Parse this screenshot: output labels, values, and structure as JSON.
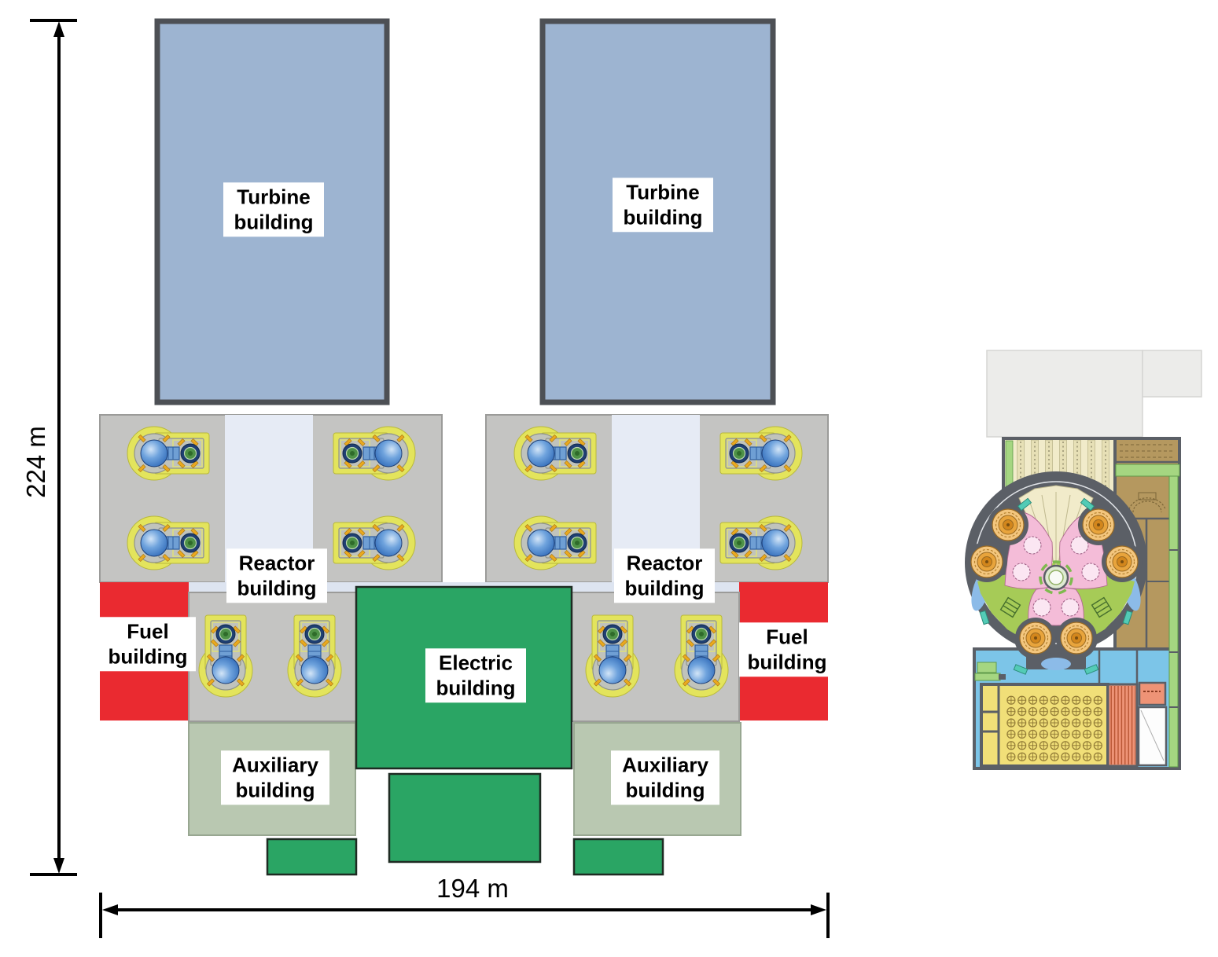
{
  "site_plan": {
    "dimension_height": "224 m",
    "dimension_width": "194 m",
    "buildings": {
      "turbine_left": "Turbine building",
      "turbine_right": "Turbine building",
      "reactor_left": "Reactor building",
      "reactor_right": "Reactor building",
      "fuel_left": "Fuel building",
      "fuel_right": "Fuel building",
      "electric": "Electric building",
      "auxiliary_left": "Auxiliary building",
      "auxiliary_right": "Auxiliary building"
    },
    "reactor_module_icons_per_unit": 6,
    "colors": {
      "turbine": "#9db4d1",
      "turbine_border": "#4d5055",
      "reactor_gray": "#c4c4c2",
      "reactor_bay_strip": "#e6ebf5",
      "fuel_red": "#ea2a30",
      "electric_green": "#2aa564",
      "auxiliary_sage": "#b9c8b1",
      "module_yellow": "#e3e45c",
      "module_sphere_blue": "#2f6ab8",
      "module_inner_green": "#4e9247",
      "dimension_line": "#000000"
    }
  },
  "floor_plan": {
    "colors": {
      "backdrop_gray": "#ececea",
      "wall_dark": "#5b5f66",
      "gallery_cream": "#f1ebca",
      "rooms_brown": "#b5985f",
      "corridor_green": "#a5d681",
      "sector_green": "#a6cb57",
      "module_orange": "#e8a43c",
      "steam_pink": "#f4bcd8",
      "water_cyan": "#7cc5e8",
      "fuel_pool_yellow": "#f1df78",
      "hatched_salmon": "#ee9376",
      "accent_teal": "#53cbb6",
      "lens_blue": "#8cbbe8"
    }
  }
}
